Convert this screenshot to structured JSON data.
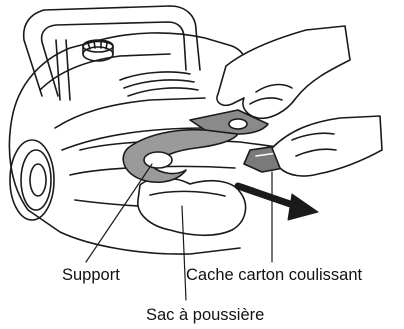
{
  "labels": {
    "support": "Support",
    "cache": "Cache carton coulissant",
    "sac": "Sac à poussière"
  },
  "colors": {
    "line": "#1a1a1a",
    "part_fill": "#9a9a9a",
    "part_dark": "#6e6e6e",
    "background": "#ffffff"
  }
}
